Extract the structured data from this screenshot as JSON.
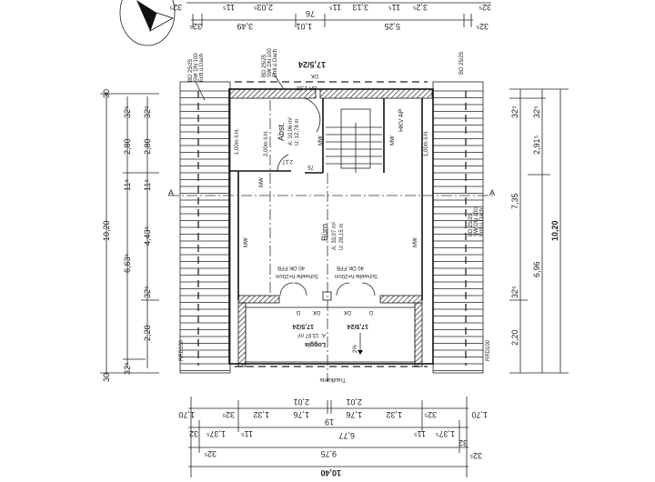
{
  "compass": {
    "icon": "north-arrow-icon"
  },
  "top_dimensions": {
    "row_partial": [
      "32⁵",
      "11⁵",
      "2,03⁵",
      "11⁵",
      "3,13",
      "11⁵",
      "3,2⁵",
      "32⁵"
    ],
    "row_main": [
      "32⁵",
      "3,49",
      "1,01",
      "76",
      "5,25",
      "32⁵"
    ]
  },
  "annotations": {
    "bd_left": [
      "BD 25/25",
      "SW DN 100",
      "Entl.ü.Dach"
    ],
    "bd_mid": [
      "BD 25/25",
      "SW DN 100",
      "Entl.ü.Dach"
    ],
    "bd_right": "BD 25/25",
    "bd_right_lower": [
      "BD 25/25",
      "SW DN 100",
      "Entl.ü.Dach"
    ],
    "stair_top": "17,5/24",
    "dk_top": "DK",
    "bh": "BH 1,38",
    "rrd_left": "RRD100",
    "rrd_right": "RRD100",
    "traufkante": "Traufkante",
    "section_left": "A",
    "section_right": "A",
    "slope": "2%"
  },
  "rooms": {
    "abst": {
      "name": "Abst.",
      "area": "A: 10,06 m²",
      "perimeter": "U: 12,78 m"
    },
    "buero": {
      "name": "Büro",
      "area": "A: 33,07 m²",
      "perimeter": "U: 28,15 m"
    },
    "loggia": {
      "name": "Loggia",
      "area": "A: 13,97 m²"
    }
  },
  "labels": {
    "lih_left": "1,00m li.H.",
    "lih_mid": "2,00m li.H.",
    "lih_right": "1,00m li.H.",
    "hkv": "HKV AP",
    "mw": "MW",
    "door_small_1": "2,17",
    "door_small_2": "75",
    "door_left_ok": "40 OK FFB",
    "door_left_sill": "Schwelle h=20cm",
    "door_right_ok": "40 OK FFB",
    "door_right_sill": "Schwelle h=20cm",
    "loggia_stair_left": "17,5/24",
    "loggia_stair_right": "17,5/24",
    "d": "D",
    "dk": "DK"
  },
  "left_dimensions": {
    "outer": [
      "30",
      "10,20",
      "30"
    ],
    "middle": [
      "32⁵",
      "2,80",
      "11⁵",
      "6,63⁵",
      "32⁵"
    ],
    "inner": [
      "32⁵",
      "2,80",
      "11⁵",
      "4,43⁵",
      "32⁵",
      "2,20"
    ]
  },
  "right_dimensions": {
    "inner": [
      "32⁵",
      "7,35",
      "32⁵",
      "2,20"
    ],
    "middle": [
      "32⁵",
      "2,91⁵",
      "6,96"
    ],
    "outer": [
      "10,20"
    ]
  },
  "bottom_dimensions": {
    "row1": [
      "1,70",
      "32⁵",
      "1,32",
      "1,76",
      "2,01",
      "19",
      "2,01",
      "1,76",
      "1,32",
      "32⁵",
      "1,70"
    ],
    "row2": [
      "32",
      "1,37⁵",
      "11⁵",
      "6,77",
      "11⁵",
      "1,37⁵",
      "32"
    ],
    "row3": [
      "32⁵",
      "9,75",
      "32⁵"
    ],
    "row4": "10,40"
  }
}
